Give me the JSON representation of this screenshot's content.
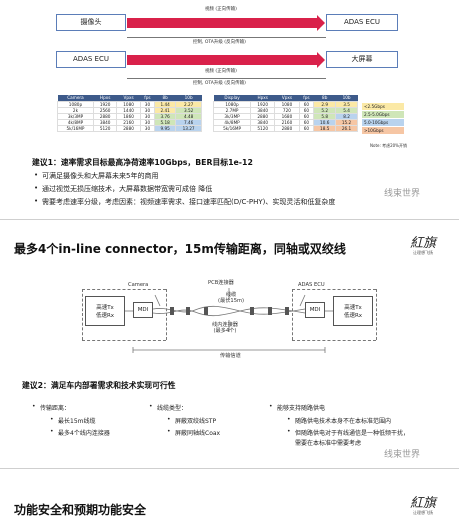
{
  "top_diagram": {
    "camera": "摄像头",
    "adas_ecu_right": "ADAS ECU",
    "adas_ecu_left": "ADAS ECU",
    "display": "大屏幕",
    "video_fwd_1": "视频 (正向传输)",
    "control_back_1": "控制, OTA升级 (反向传输)",
    "video_fwd_2": "视频 (正向传输)",
    "control_back_2": "控制, OTA升级 (反向传输)"
  },
  "camera_table": {
    "headers": [
      "Camera",
      "Hpxs",
      "Vpxs",
      "fps",
      "8b",
      "10b"
    ],
    "rows": [
      [
        "1080p",
        "1920",
        "1080",
        "30",
        "1.44",
        "2.27"
      ],
      [
        "2k",
        "2560",
        "1440",
        "30",
        "2.41",
        "3.52"
      ],
      [
        "3k/3MP",
        "2880",
        "1860",
        "30",
        "3.76",
        "4.48"
      ],
      [
        "4k/8MP",
        "3840",
        "2160",
        "30",
        "5.18",
        "7.46"
      ],
      [
        "5k/16MP",
        "5120",
        "2880",
        "30",
        "9.95",
        "13.27"
      ]
    ],
    "colors": [
      [
        "y",
        "y"
      ],
      [
        "y",
        "g"
      ],
      [
        "g",
        "g"
      ],
      [
        "g",
        "b"
      ],
      [
        "b",
        "b"
      ]
    ]
  },
  "display_table": {
    "headers": [
      "Display",
      "Hpxs",
      "Vpxs",
      "fps",
      "8b",
      "10b"
    ],
    "rows": [
      [
        "1080p",
        "1920",
        "1080",
        "60",
        "2.9",
        "3.5"
      ],
      [
        "2.7MP",
        "3840",
        "720",
        "60",
        "5.2",
        "5.4"
      ],
      [
        "3k/3MP",
        "2880",
        "1680",
        "60",
        "5.8",
        "8.2"
      ],
      [
        "4k/8MP",
        "3840",
        "2160",
        "60",
        "10.6",
        "15.2"
      ],
      [
        "5k/16MP",
        "5120",
        "2880",
        "60",
        "18.5",
        "26.1"
      ]
    ],
    "colors": [
      [
        "y",
        "y"
      ],
      [
        "g",
        "g"
      ],
      [
        "g",
        "b"
      ],
      [
        "b",
        "r"
      ],
      [
        "r",
        "r"
      ]
    ]
  },
  "legend": [
    "<2.5Gbps",
    "2.5-5.0Gbps",
    "5.0-10Gbps",
    ">10Gbps"
  ],
  "legend_colors": [
    "#fbe9a6",
    "#cfe6b8",
    "#b9d3ee",
    "#f6c6a4"
  ],
  "note": "Note: 考虑20%开销",
  "rec1": {
    "title": "建议1：速率需求目标最高净荷速率10Gbps，BER目标1e-12",
    "bullets": [
      "可满足摄像头和大屏幕未来5年的商用",
      "通过视觉无损压缩技术，大屏幕数据带宽需可成倍 降低",
      "需要考虑速率分级，考虑因素：视频速率需求、接口速率匹配(D/C-PHY)、实现灵活和低复杂度"
    ]
  },
  "watermark": "线束世界",
  "section1": "最多4个in-line connector，15m传输距离，同轴或双绞线",
  "logo_text": "紅旗",
  "logo_sub": "让理想飞扬",
  "mid_diagram": {
    "camera": "Camera",
    "adas": "ADAS ECU",
    "tx_rx_left": "高速Tx\n低速Rx",
    "mdi": "MDI",
    "tx_rx_right": "高速Tx\n低速Rx",
    "pcb_conn": "PCB连接器",
    "cable": "线缆\n(最长15m)",
    "inline_conn": "线内连接器\n(最多4个)",
    "channel": "传输信道"
  },
  "rec2": {
    "title": "建议2：满足车内部署需求和技术实现可行性",
    "col1_head": "传输距离：",
    "col1": [
      "最长15m线缆",
      "最多4个线内连接器"
    ],
    "col2_head": "线缆类型：",
    "col2": [
      "屏蔽双绞线STP",
      "屏蔽同轴线Coax"
    ],
    "col3_head": "能够支持随路供电",
    "col3": [
      "随路供电技术本身不在本标准范围内",
      "但随路供电对于有线通信是一种低频干扰，",
      "需要在本标准中需要考虑"
    ]
  },
  "section2": "功能安全和预期功能安全"
}
